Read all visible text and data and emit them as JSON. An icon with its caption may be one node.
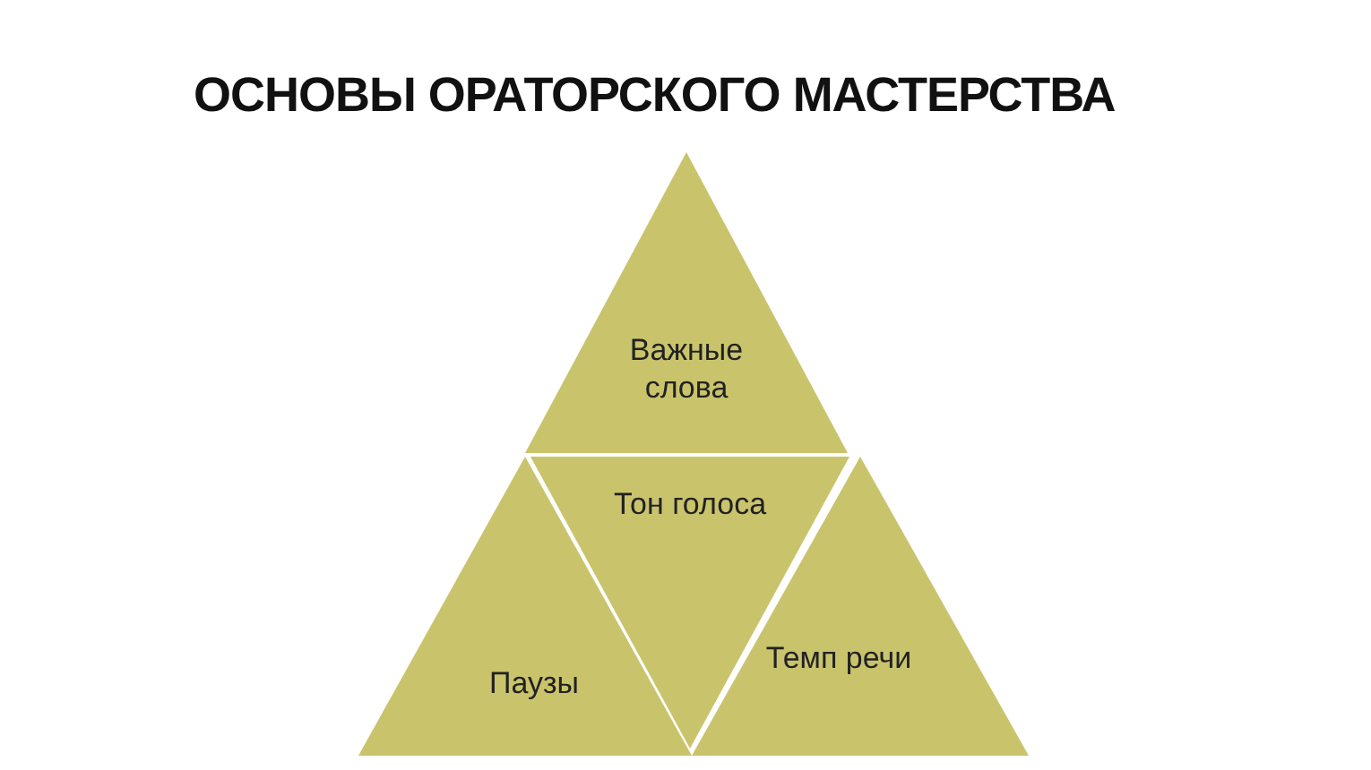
{
  "diagram": {
    "title": "ОСНОВЫ ОРАТОРСКОГО МАСТЕРСТВА",
    "nodes": [
      {
        "text": [
          "Важные слова"
        ]
      },
      {
        "text": [
          "Паузы"
        ]
      },
      {
        "text": [
          "Тон голоса"
        ]
      },
      {
        "text": [
          "Темп речи"
        ]
      }
    ]
  }
}
